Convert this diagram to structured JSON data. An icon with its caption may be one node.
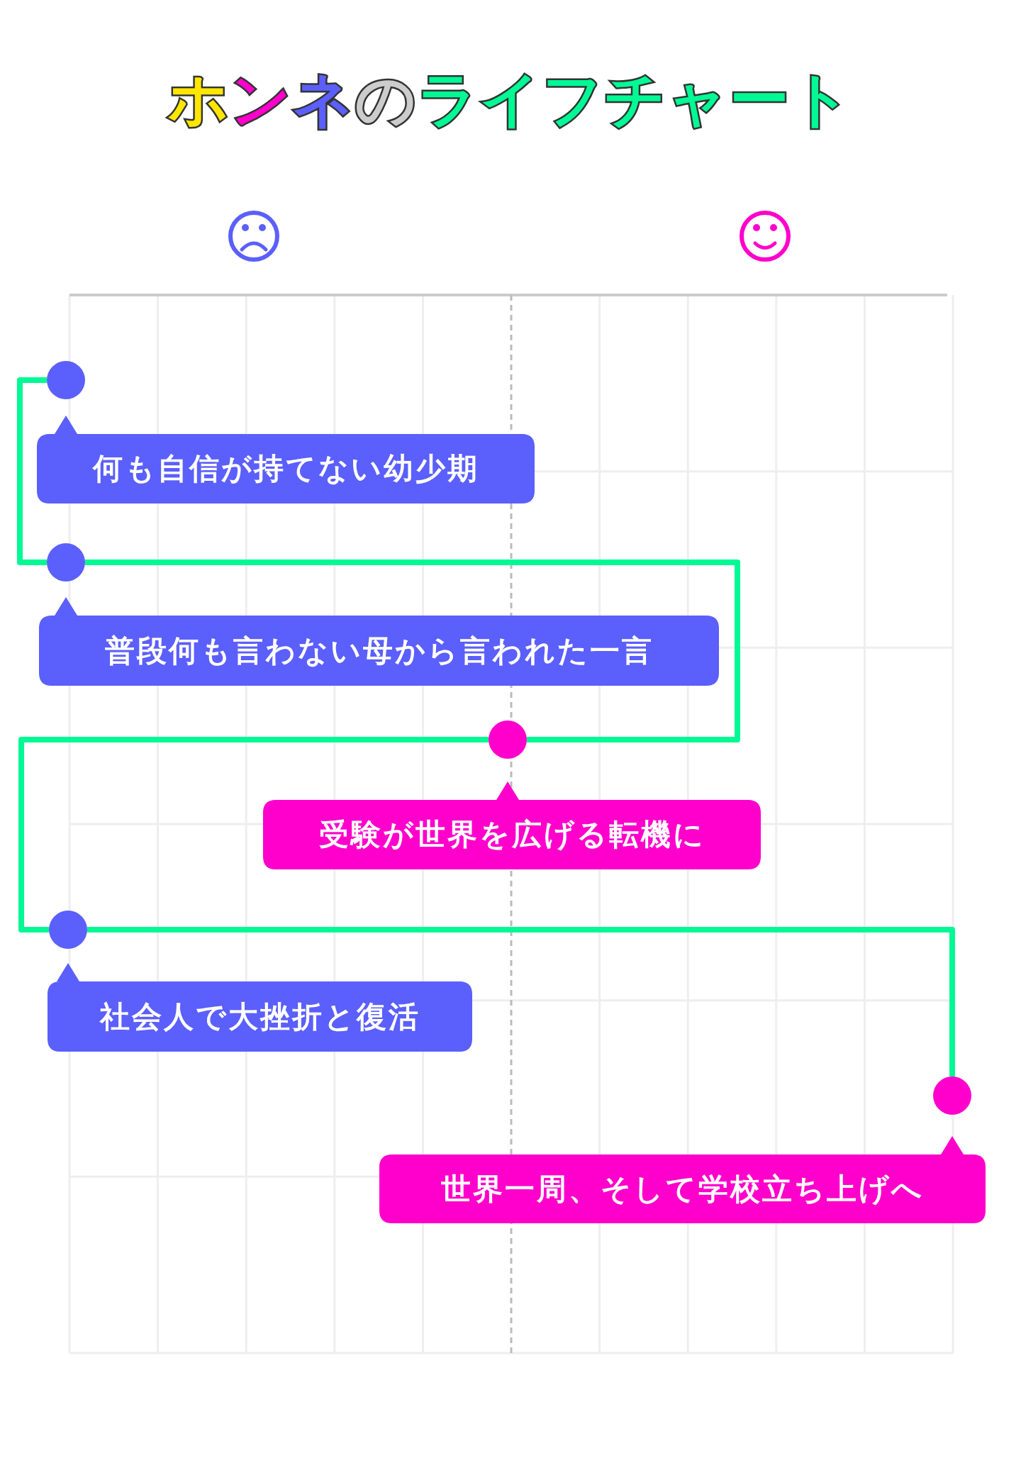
{
  "diagram": {
    "title": "ホンネのライフチャート",
    "nodes": [
      {
        "text": [],
        "shape": "circle"
      },
      {
        "text": [
          "何も自信が持てない幼少期"
        ]
      },
      {
        "text": [],
        "shape": "circle"
      },
      {
        "text": [
          "普段何も言わない母から言われた一言"
        ]
      },
      {
        "text": [],
        "shape": "circle"
      },
      {
        "text": [
          "受験が世界を広げる転機に"
        ]
      },
      {
        "text": [],
        "shape": "circle"
      },
      {
        "text": [
          "社会人で大挫折と復活"
        ]
      },
      {
        "text": [],
        "shape": "circle"
      },
      {
        "text": [
          "世界一周、そして学校立ち上げへ"
        ]
      }
    ],
    "edges": [
      {
        "from": 0,
        "to": 2,
        "arrow": "none"
      },
      {
        "from": 2,
        "to": 4,
        "arrow": "none"
      },
      {
        "from": 4,
        "to": 6,
        "arrow": "none"
      },
      {
        "from": 6,
        "to": 8,
        "arrow": "none"
      }
    ]
  }
}
